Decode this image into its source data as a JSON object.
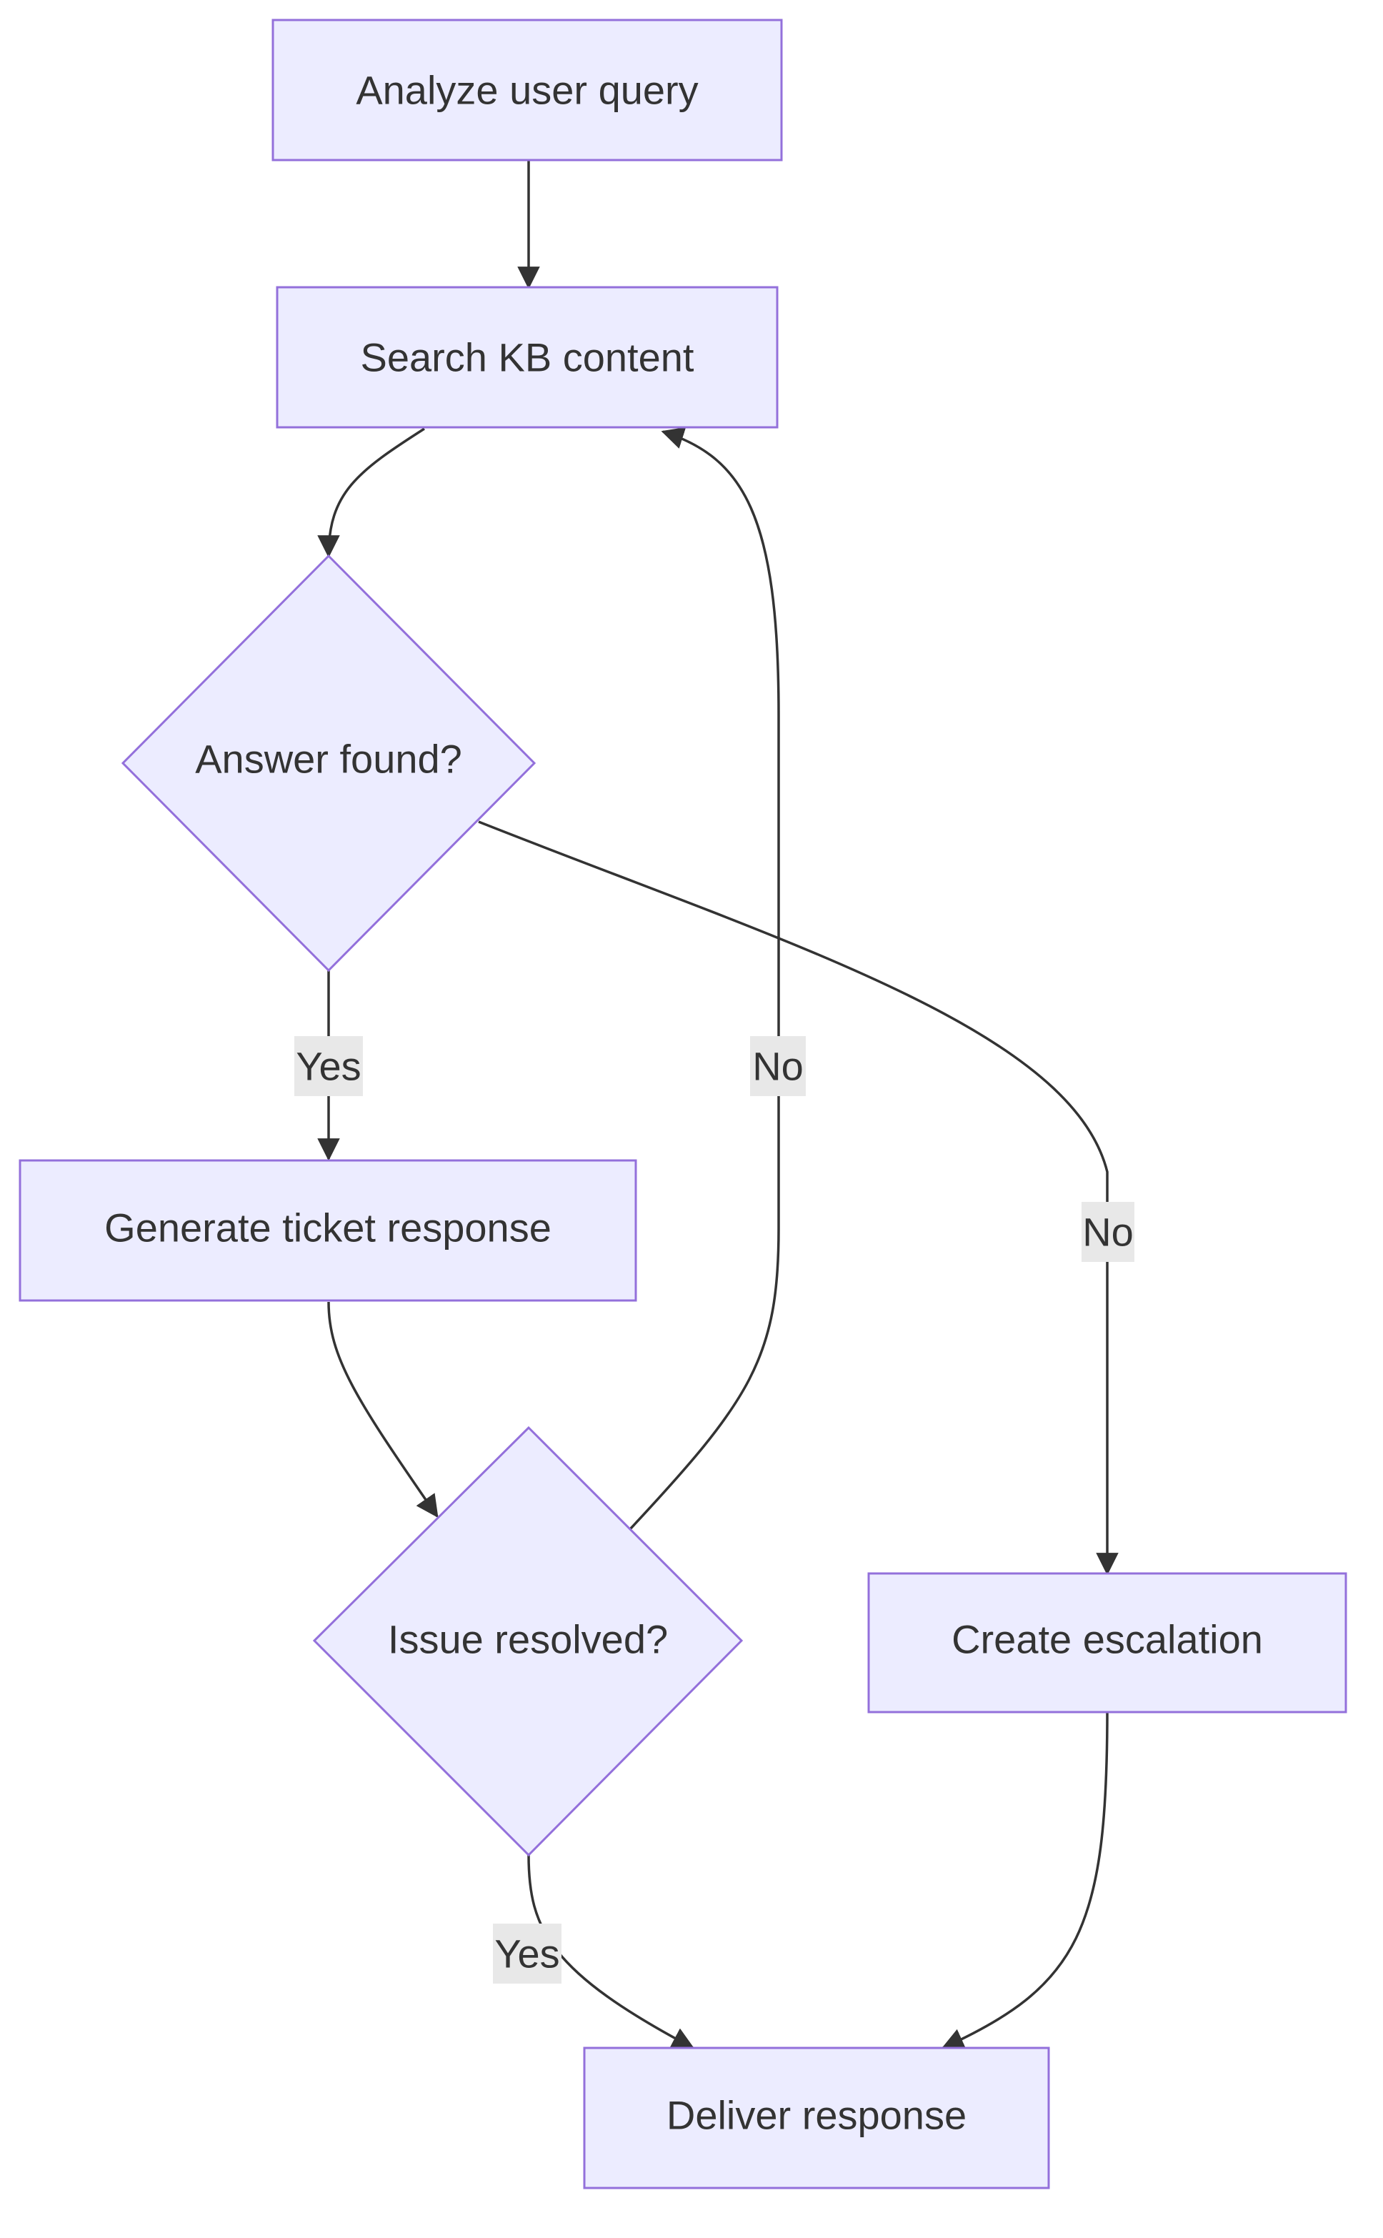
{
  "nodes": {
    "analyze": {
      "label": "Analyze user query"
    },
    "search": {
      "label": "Search KB content"
    },
    "answer_found": {
      "label": "Answer found?"
    },
    "generate": {
      "label": "Generate ticket response"
    },
    "issue_resolved": {
      "label": "Issue resolved?"
    },
    "escalation": {
      "label": "Create escalation"
    },
    "deliver": {
      "label": "Deliver response"
    }
  },
  "edges": {
    "answer_yes": {
      "label": "Yes"
    },
    "answer_no": {
      "label": "No"
    },
    "resolved_no": {
      "label": "No"
    },
    "resolved_yes": {
      "label": "Yes"
    }
  },
  "colors": {
    "node_fill": "#ECECFF",
    "node_stroke": "#9370DB",
    "edge": "#333333",
    "label_bg": "#e8e8e8",
    "text": "#333333"
  }
}
